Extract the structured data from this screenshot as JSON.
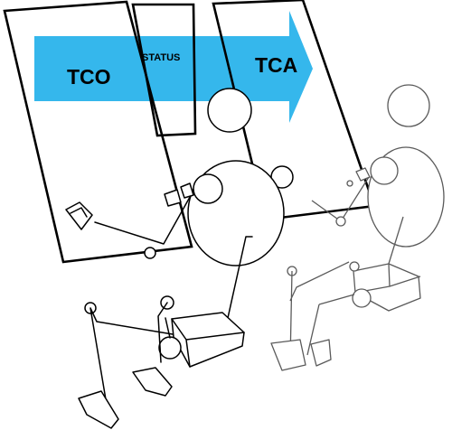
{
  "diagram": {
    "labels": {
      "left": "TCO",
      "middle": "STATUS",
      "right": "TCA"
    },
    "colors": {
      "arrow": "#35b7ec",
      "line": "#000000",
      "background": "#ffffff"
    },
    "arrow_direction": "right"
  }
}
